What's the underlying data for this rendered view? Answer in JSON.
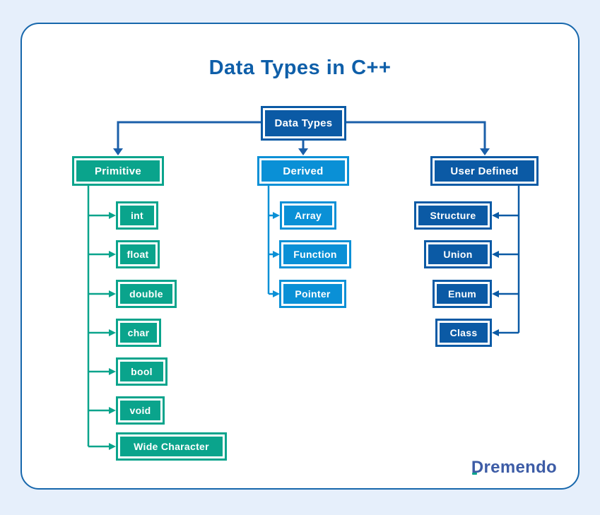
{
  "title": "Data Types in C++",
  "root": {
    "label": "Data Types"
  },
  "branches": [
    {
      "label": "Primitive",
      "color": "#0aa48c",
      "children": [
        "int",
        "float",
        "double",
        "char",
        "bool",
        "void",
        "Wide Character"
      ]
    },
    {
      "label": "Derived",
      "color": "#0a90d6",
      "children": [
        "Array",
        "Function",
        "Pointer"
      ]
    },
    {
      "label": "User Defined",
      "color": "#0b5aa5",
      "children": [
        "Structure",
        "Union",
        "Enum",
        "Class"
      ]
    }
  ],
  "logo": {
    "text": "Dremendo",
    "color": "#3d5ca6",
    "accent_color": "#0aa48c"
  },
  "theme": {
    "page_background": "#e6effb",
    "card_background": "#ffffff",
    "card_border": "#1767ac",
    "title_color": "#0f5fa9",
    "root_connector_color": "#1b5fa9",
    "node_text_color": "#ffffff"
  }
}
